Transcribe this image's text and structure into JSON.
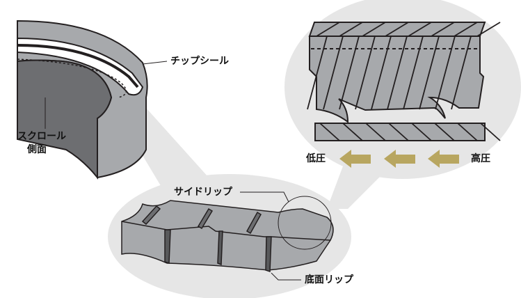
{
  "labels": {
    "tip_seal": "チップシール",
    "scroll_side_line1": "スクロール",
    "scroll_side_line2": "側面",
    "side_lip": "サイドリップ",
    "bottom_lip": "底面リップ",
    "low_pressure": "低圧",
    "high_pressure": "高圧"
  },
  "colors": {
    "callout": "#e6e6e6",
    "material": "#a7a9ac",
    "dark": "#58595b",
    "arrow": "#b8a660",
    "line": "#231f20"
  }
}
